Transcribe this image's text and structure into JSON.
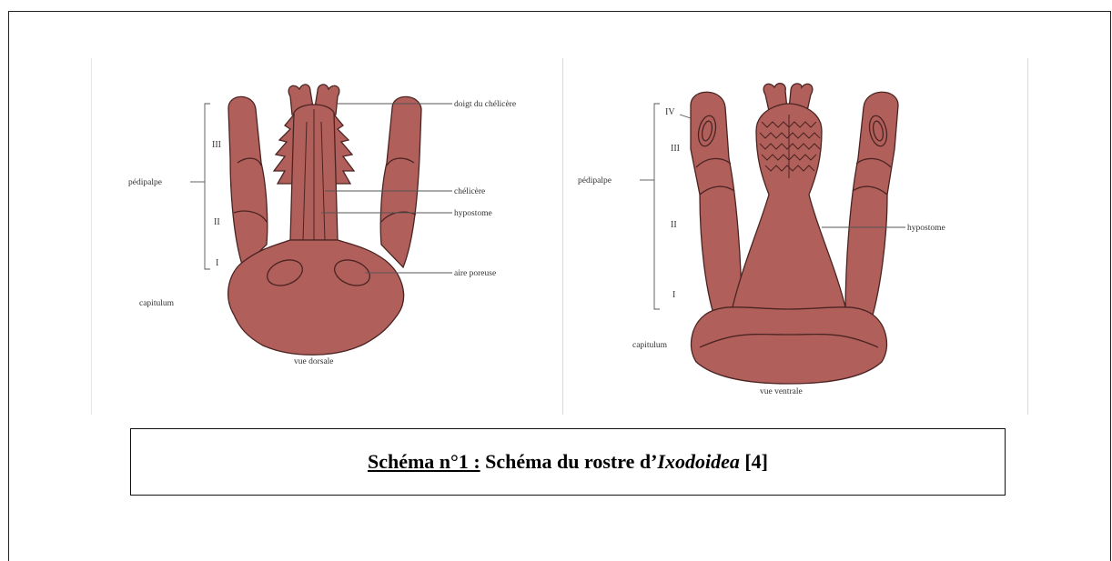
{
  "figure": {
    "left": {
      "view_label": "vue dorsale",
      "labels": {
        "pedipalpe": "pédipalpe",
        "capitulum": "capitulum",
        "doigt": "doigt du chélicère",
        "chelicere": "chélicère",
        "hypostome": "hypostome",
        "aire": "aire poreuse",
        "seg_III": "III",
        "seg_II": "II",
        "seg_I": "I"
      }
    },
    "right": {
      "view_label": "vue ventrale",
      "labels": {
        "pedipalpe": "pédipalpe",
        "capitulum": "capitulum",
        "hypostome": "hypostome",
        "seg_IV": "IV",
        "seg_III": "III",
        "seg_II": "II",
        "seg_I": "I"
      }
    },
    "colors": {
      "body": "#b15f5a",
      "outline": "#4a2422",
      "label": "#333333"
    }
  },
  "caption": {
    "label": "Schéma n°1 :",
    "text_before": " Schéma du rostre d’",
    "taxon": "Ixodoidea",
    "text_after": " [4]"
  }
}
